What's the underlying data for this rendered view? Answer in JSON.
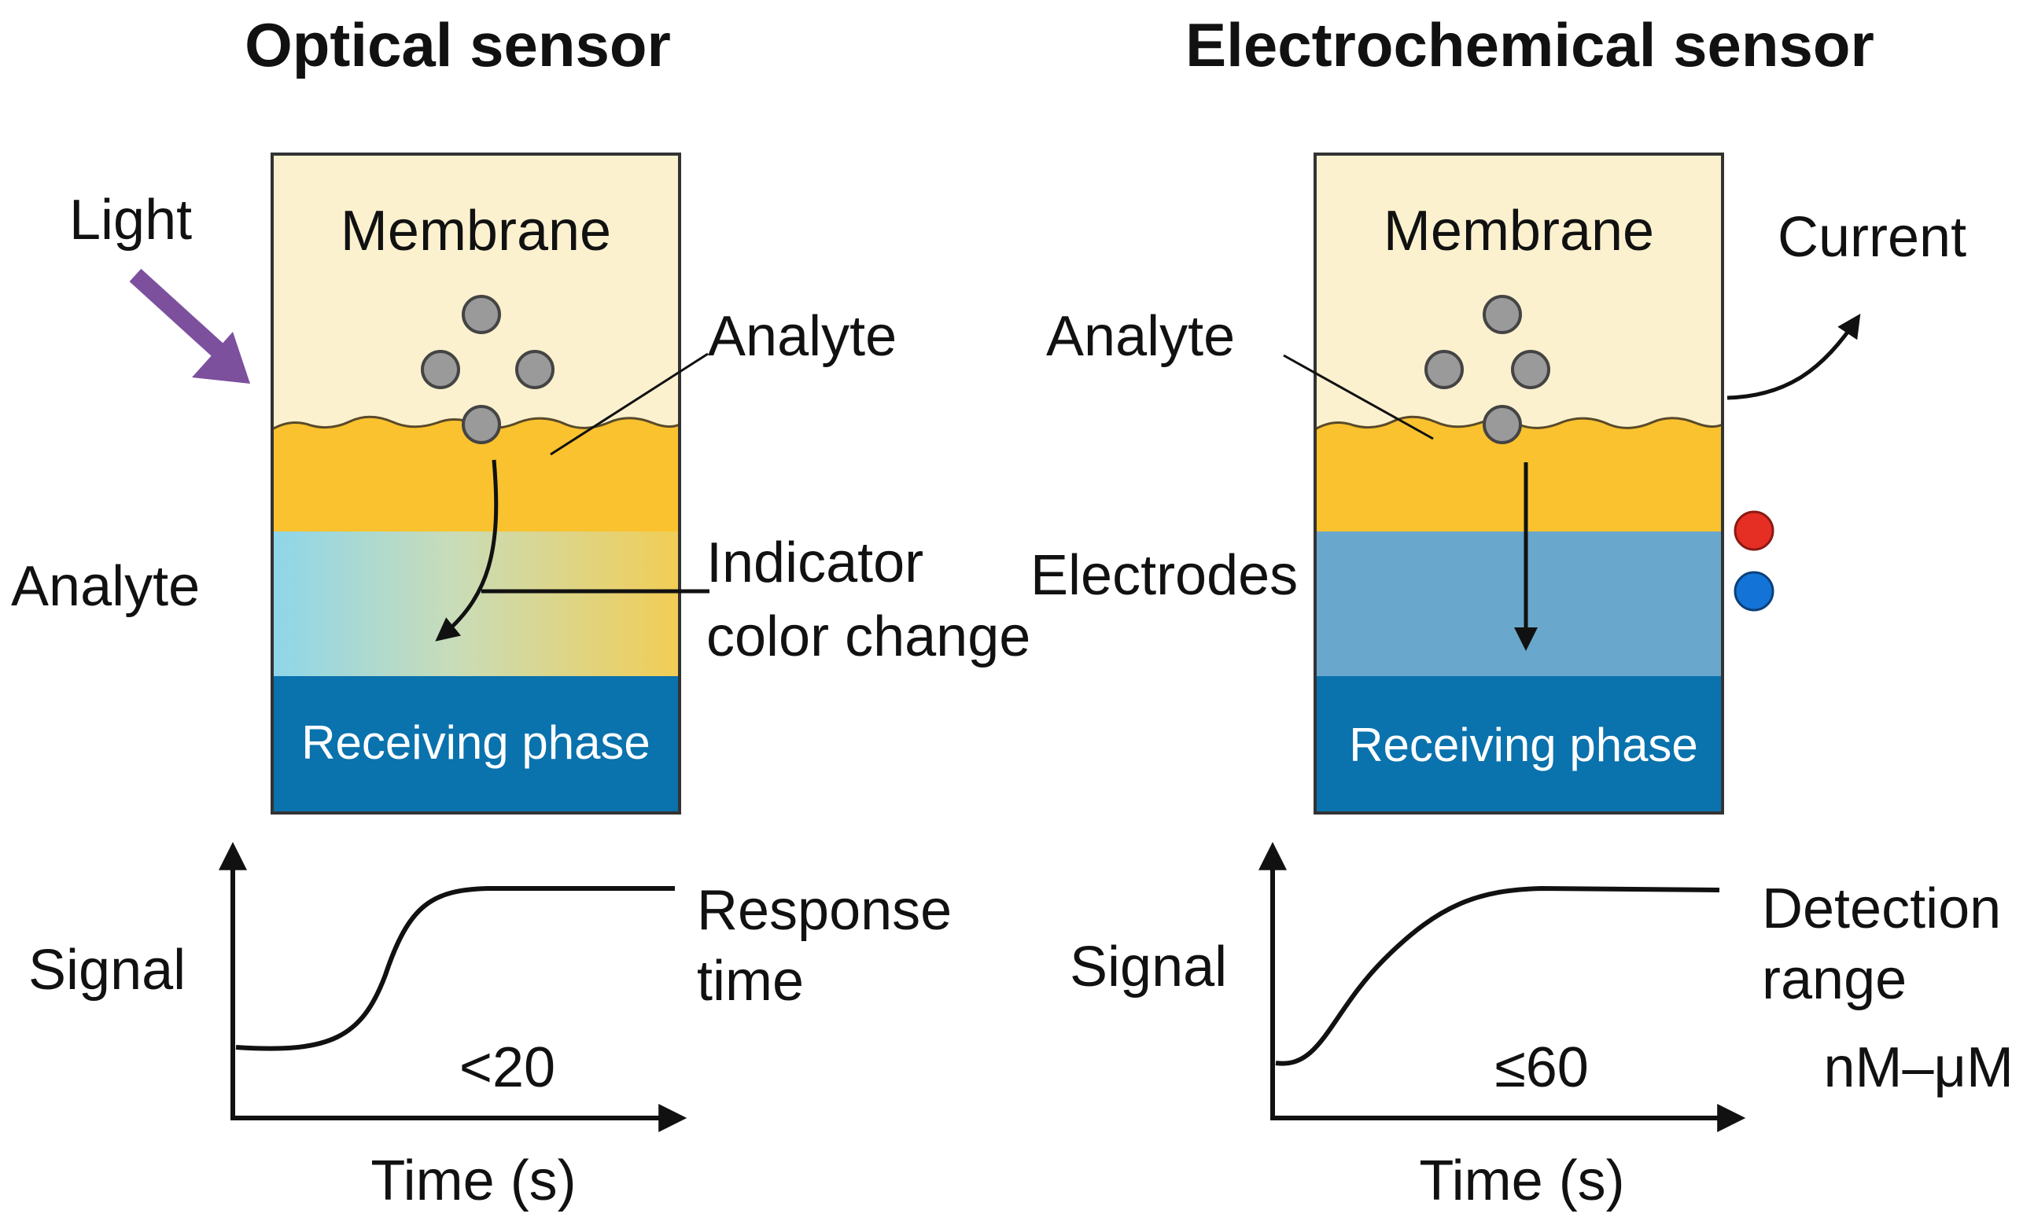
{
  "optical": {
    "title": "Optical sensor",
    "light_label": "Light",
    "membrane_label": "Membrane",
    "analyte_label_right": "Analyte",
    "analyte_label_left": "Analyte",
    "indicator_line1": "Indicator",
    "indicator_line2": "color change",
    "receiving_label": "Receiving phase",
    "graph": {
      "ylabel": "Signal",
      "xlabel": "Time (s)",
      "value": "<20",
      "note_line1": "Response",
      "note_line2": "time"
    }
  },
  "electro": {
    "title": "Electrochemical sensor",
    "current_label": "Current",
    "membrane_label": "Membrane",
    "analyte_label": "Analyte",
    "electrodes_label": "Electrodes",
    "receiving_label": "Receiving phase",
    "graph": {
      "ylabel": "Signal",
      "xlabel": "Time (s)",
      "value": "≤60",
      "note_line1": "Detection",
      "note_line2": "range",
      "range": "nM–μM"
    }
  },
  "colors": {
    "membrane": "#fcf1cf",
    "analyte_layer": "#f9c22e",
    "indicator_cyan": "#8ed6ea",
    "indicator_yellow": "#f2cd55",
    "electrode_layer": "#6aa7cc",
    "receiving": "#0a72ad",
    "particle": "#9a9a9a",
    "light_arrow": "#7d509e",
    "electrode_red": "#e52f24",
    "electrode_blue": "#1473d6"
  }
}
